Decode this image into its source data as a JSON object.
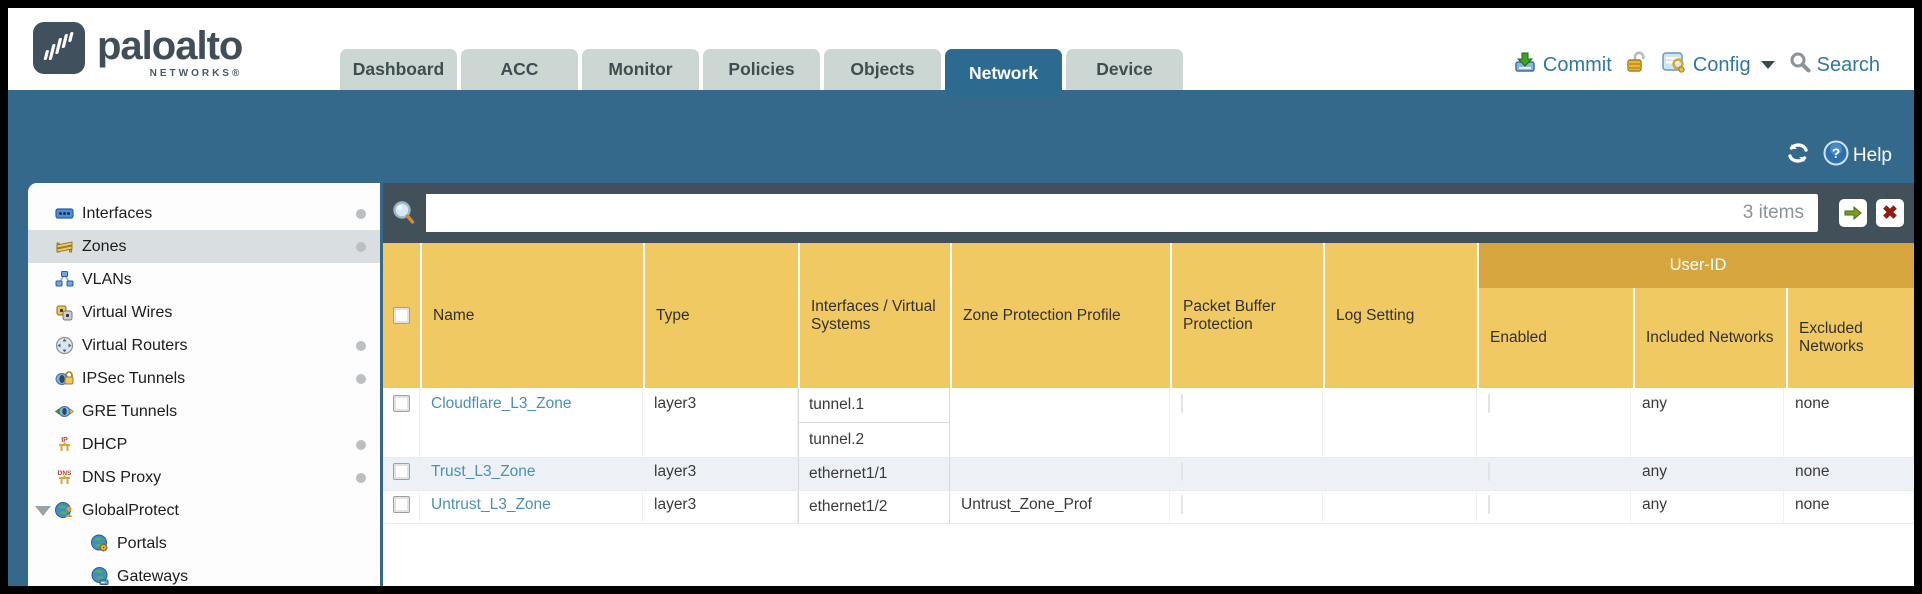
{
  "brand": {
    "name": "paloalto",
    "tagline": "NETWORKS®"
  },
  "tabs": [
    {
      "label": "Dashboard",
      "active": false
    },
    {
      "label": "ACC",
      "active": false
    },
    {
      "label": "Monitor",
      "active": false
    },
    {
      "label": "Policies",
      "active": false
    },
    {
      "label": "Objects",
      "active": false
    },
    {
      "label": "Network",
      "active": true
    },
    {
      "label": "Device",
      "active": false
    }
  ],
  "top_actions": {
    "commit_label": "Commit",
    "config_label": "Config",
    "search_label": "Search"
  },
  "band": {
    "help_label": "Help"
  },
  "filter_bar": {
    "input_value": "",
    "items_count": "3 items"
  },
  "sidebar": {
    "items": [
      {
        "label": "Interfaces",
        "icon": "interfaces-icon",
        "has_dot": true,
        "selected": false
      },
      {
        "label": "Zones",
        "icon": "zones-icon",
        "has_dot": true,
        "selected": true
      },
      {
        "label": "VLANs",
        "icon": "vlans-icon",
        "has_dot": false,
        "selected": false
      },
      {
        "label": "Virtual Wires",
        "icon": "virtual-wires-icon",
        "has_dot": false,
        "selected": false
      },
      {
        "label": "Virtual Routers",
        "icon": "virtual-routers-icon",
        "has_dot": true,
        "selected": false
      },
      {
        "label": "IPSec Tunnels",
        "icon": "ipsec-tunnels-icon",
        "has_dot": true,
        "selected": false
      },
      {
        "label": "GRE Tunnels",
        "icon": "gre-tunnels-icon",
        "has_dot": false,
        "selected": false
      },
      {
        "label": "DHCP",
        "icon": "dhcp-icon",
        "has_dot": true,
        "selected": false
      },
      {
        "label": "DNS Proxy",
        "icon": "dns-proxy-icon",
        "has_dot": true,
        "selected": false
      },
      {
        "label": "GlobalProtect",
        "icon": "globalprotect-icon",
        "has_dot": false,
        "selected": false,
        "expanded": true
      },
      {
        "label": "Portals",
        "icon": "portals-icon",
        "has_dot": false,
        "selected": false,
        "indent": true
      },
      {
        "label": "Gateways",
        "icon": "gateways-icon",
        "has_dot": false,
        "selected": false,
        "indent": true
      }
    ]
  },
  "table": {
    "group_header": "User-ID",
    "columns": [
      {
        "label": ""
      },
      {
        "label": "Name"
      },
      {
        "label": "Type"
      },
      {
        "label": "Interfaces / Virtual Systems"
      },
      {
        "label": "Zone Protection Profile"
      },
      {
        "label": "Packet Buffer Protection"
      },
      {
        "label": "Log Setting"
      },
      {
        "label": "Enabled"
      },
      {
        "label": "Included Networks"
      },
      {
        "label": "Excluded Networks"
      }
    ],
    "rows": [
      {
        "name": "Cloudflare_L3_Zone",
        "type": "layer3",
        "interfaces": [
          "tunnel.1",
          "tunnel.2"
        ],
        "zone_protection_profile": "",
        "packet_buffer_protection_checked": false,
        "log_setting": "",
        "user_id_enabled_checked": false,
        "included_networks": "any",
        "excluded_networks": "none"
      },
      {
        "name": "Trust_L3_Zone",
        "type": "layer3",
        "interfaces": [
          "ethernet1/1"
        ],
        "zone_protection_profile": "",
        "packet_buffer_protection_checked": false,
        "log_setting": "",
        "user_id_enabled_checked": false,
        "included_networks": "any",
        "excluded_networks": "none"
      },
      {
        "name": "Untrust_L3_Zone",
        "type": "layer3",
        "interfaces": [
          "ethernet1/2"
        ],
        "zone_protection_profile": "Untrust_Zone_Prof",
        "packet_buffer_protection_checked": false,
        "log_setting": "",
        "user_id_enabled_checked": false,
        "included_networks": "any",
        "excluded_networks": "none"
      }
    ]
  }
}
